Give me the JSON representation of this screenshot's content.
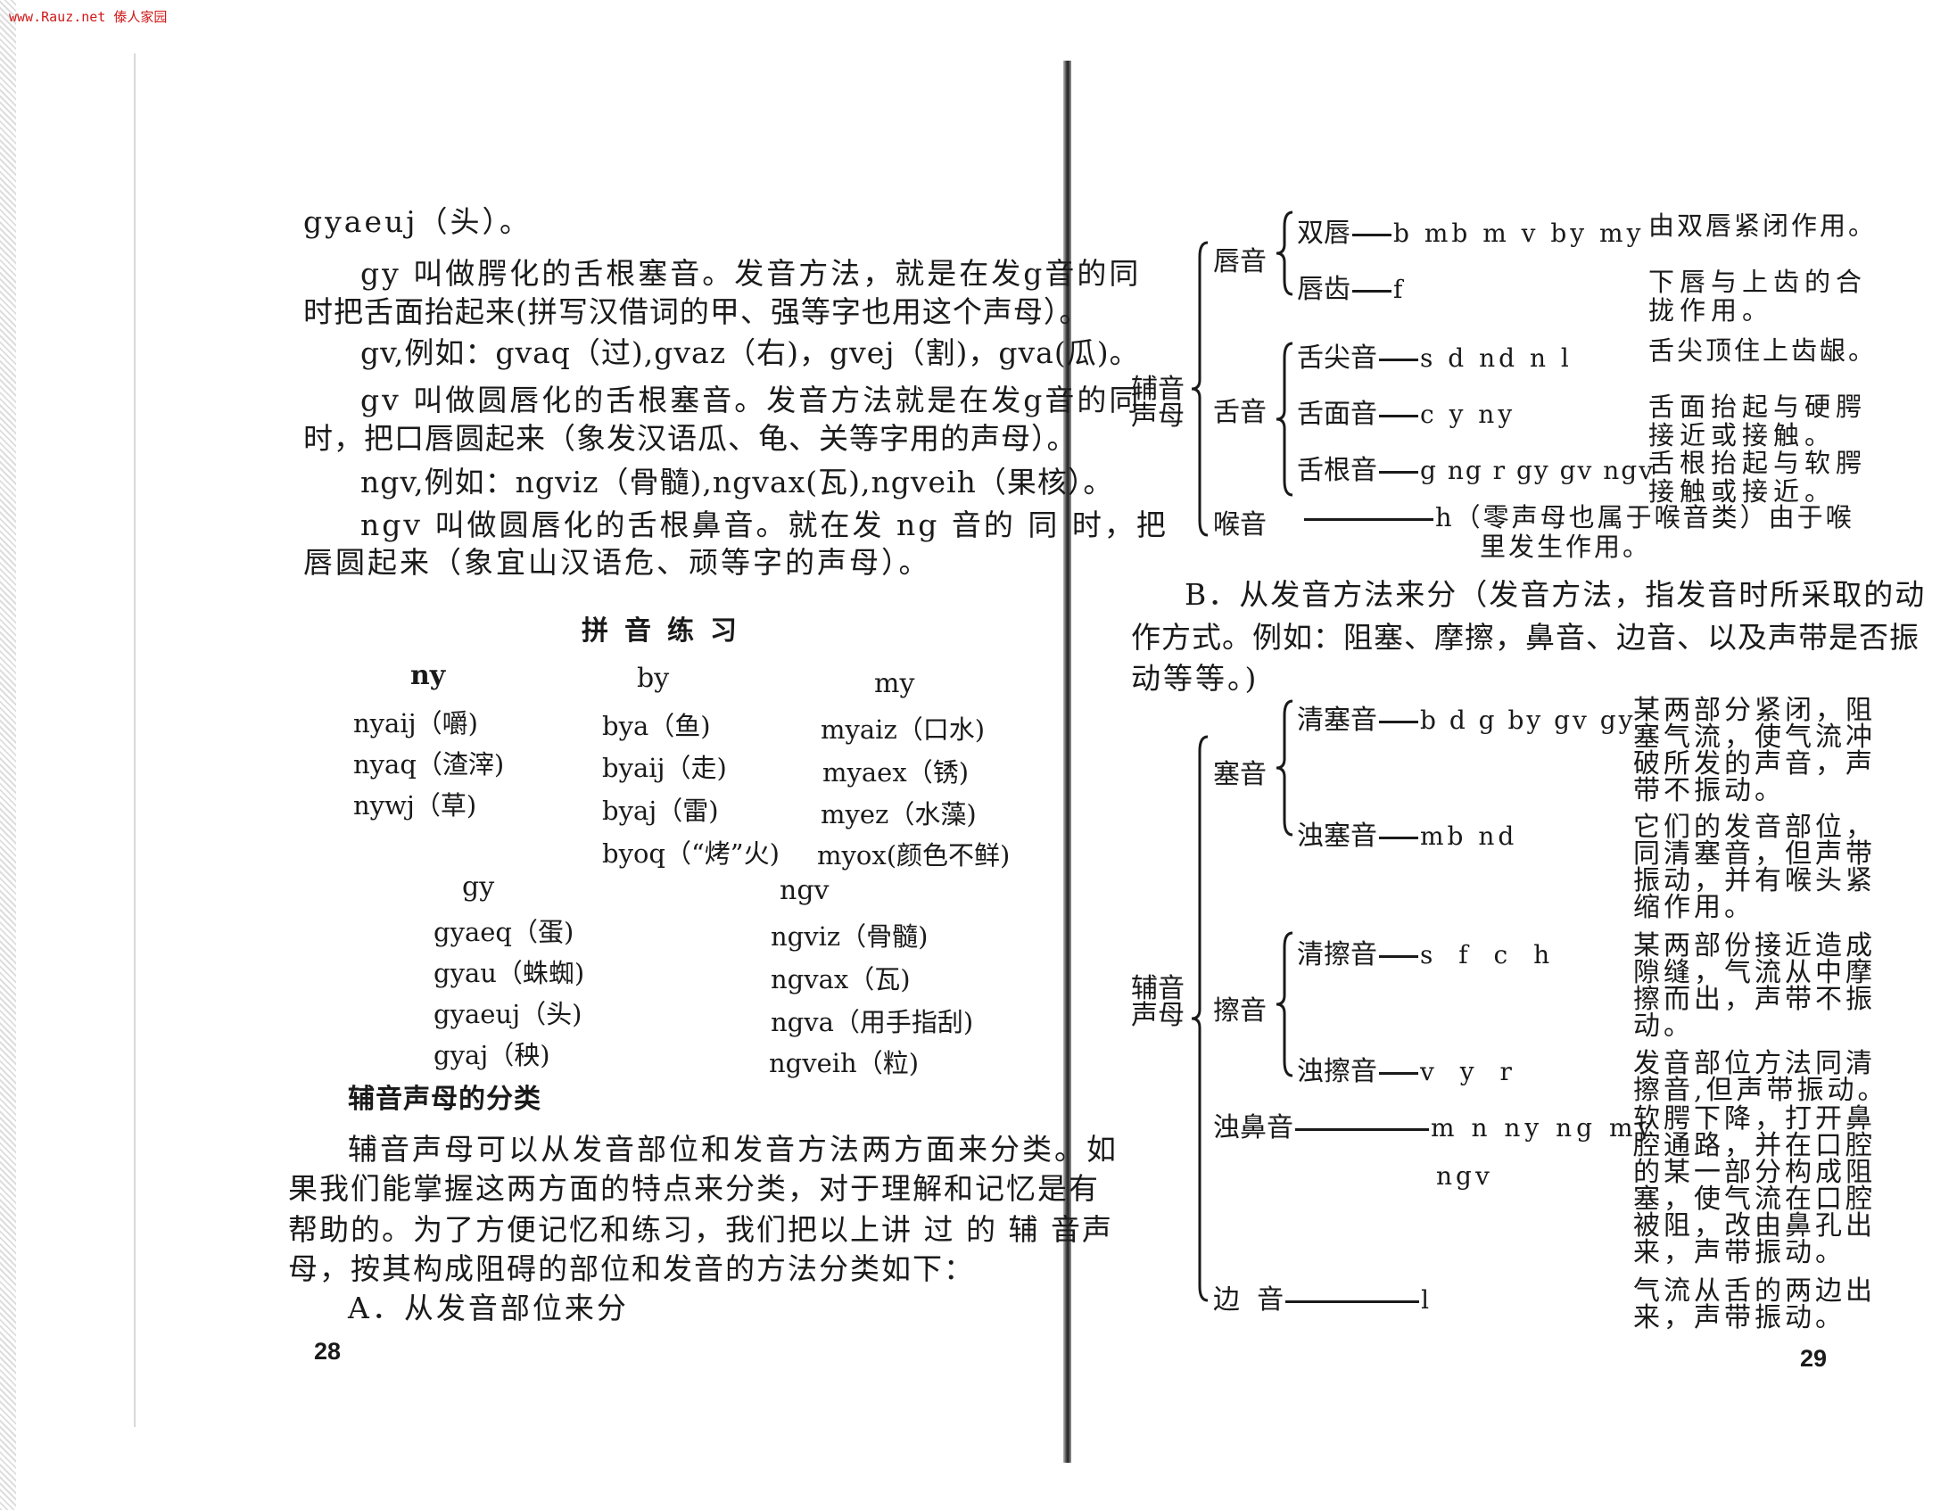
{
  "watermark": "www.Rauz.net 傣人家园",
  "left_page": {
    "paragraph_lines": [
      "gyaeuj（头）。",
      "gy 叫做腭化的舌根塞音。发音方法，就是在发g音的同",
      "时把舌面抬起来(拼写汉借词的甲、强等字也用这个声母）。",
      "gv,例如：gvaq（过),gvaz（右)，gvej（割)，gva(瓜)。",
      "gv 叫做圆唇化的舌根塞音。发音方法就是在发g音的同",
      "时，把口唇圆起来（象发汉语瓜、龟、关等字用的声母）。",
      "ngv,例如：ngviz（骨髓),ngvax(瓦),ngveih（果核）。",
      "ngv 叫做圆唇化的舌根鼻音。就在发 ng 音的 同 时，把",
      "唇圆起来（象宜山汉语危、顽等字的声母）。"
    ],
    "practice_title": "拼音练习",
    "practice": {
      "ny": {
        "header": "ny",
        "items": [
          "nyaij（嚼)",
          "nyaq（渣滓)",
          "nywj（草)"
        ]
      },
      "by": {
        "header": "by",
        "items": [
          "bya（鱼)",
          "byaij（走)",
          "byaj（雷)",
          "byoq（“烤”火)"
        ]
      },
      "my": {
        "header": "my",
        "items": [
          "myaiz（口水)",
          "myaex（锈)",
          "myez（水藻)",
          "myox(颜色不鲜)"
        ]
      },
      "gy": {
        "header": "gy",
        "items": [
          "gyaeq（蛋)",
          "gyau（蛛蜘)",
          "gyaeuj（头)",
          "gyaj（秧)"
        ]
      },
      "ngv": {
        "header": "ngv",
        "items": [
          "ngviz（骨髓)",
          "ngvax（瓦)",
          "ngva（用手指刮)",
          "ngveih（粒)"
        ]
      }
    },
    "section_heading": "辅音声母的分类",
    "section_lines": [
      "辅音声母可以从发音部位和发音方法两方面来分类。如",
      "果我们能掌握这两方面的特点来分类，对于理解和记忆是有",
      "帮助的。为了方便记忆和练习，我们把以上讲 过 的 辅 音声",
      "母，按其构成阻碍的部位和发音的方法分类如下："
    ],
    "subsection_a": "A．从发音部位来分",
    "page_number": "28"
  },
  "right_page": {
    "tree_a": {
      "root": [
        "辅音",
        "声母"
      ],
      "groups": [
        {
          "label": "唇音",
          "rows": [
            {
              "label": "双唇",
              "sounds": "b mb m v by my",
              "desc": [
                "由双唇紧闭作用。"
              ]
            },
            {
              "label": "唇齿",
              "sounds": "f",
              "desc": [
                "下唇与上齿的合",
                "拢作用。"
              ]
            }
          ]
        },
        {
          "label": "舌音",
          "rows": [
            {
              "label": "舌尖音",
              "sounds": "s d nd n l",
              "desc": [
                "舌尖顶住上齿龈。"
              ]
            },
            {
              "label": "舌面音",
              "sounds": "c y ny",
              "desc": [
                "舌面抬起与硬腭",
                "接近或接触。"
              ]
            },
            {
              "label": "舌根音",
              "sounds": "g ng r gy gv ngv",
              "desc": [
                "舌根抬起与软腭",
                "接触或接近。"
              ]
            }
          ]
        },
        {
          "label": "喉音",
          "sounds": "h（零声母也属于喉音类）由于喉",
          "desc": [
            "里发生作用。"
          ]
        }
      ]
    },
    "paragraph_b": [
      "B．从发音方法来分（发音方法，指发音时所采取的动",
      "作方式。例如：阻塞、摩擦，鼻音、边音、以及声带是否振",
      "动等等。)"
    ],
    "tree_b": {
      "root": [
        "辅音",
        "声母"
      ],
      "groups": [
        {
          "label": "塞音",
          "rows": [
            {
              "label": "清塞音",
              "sounds": "b d g by gv gy",
              "desc": [
                "某两部分紧闭，阻",
                "塞气流，使气流冲",
                "破所发的声音，声",
                "带不振动。"
              ]
            },
            {
              "label": "浊塞音",
              "sounds": "mb nd",
              "desc": [
                "它们的发音部位，",
                "同清塞音，但声带",
                "振动，并有喉头紧",
                "缩作用。"
              ]
            }
          ]
        },
        {
          "label": "擦音",
          "rows": [
            {
              "label": "清擦音",
              "sounds": "s f c h",
              "desc": [
                "某两部份接近造成",
                "隙缝，气流从中摩",
                "擦而出，声带不振",
                "动。"
              ]
            },
            {
              "label": "浊擦音",
              "sounds": "v y r",
              "desc": [
                "发音部位方法同清",
                "擦音,但声带振动。"
              ]
            }
          ]
        },
        {
          "label": "浊鼻音",
          "sounds": "m n ny ng my",
          "sounds2": "ngv",
          "desc": [
            "软腭下降，打开鼻",
            "腔通路，并在口腔",
            "的某一部分构成阻",
            "塞，使气流在口腔",
            "被阻，改由鼻孔出",
            "来，声带振动。"
          ]
        },
        {
          "label": "边  音",
          "sounds": "l",
          "desc": [
            "气流从舌的两边出",
            "来，声带振动。"
          ]
        }
      ]
    },
    "page_number": "29"
  }
}
